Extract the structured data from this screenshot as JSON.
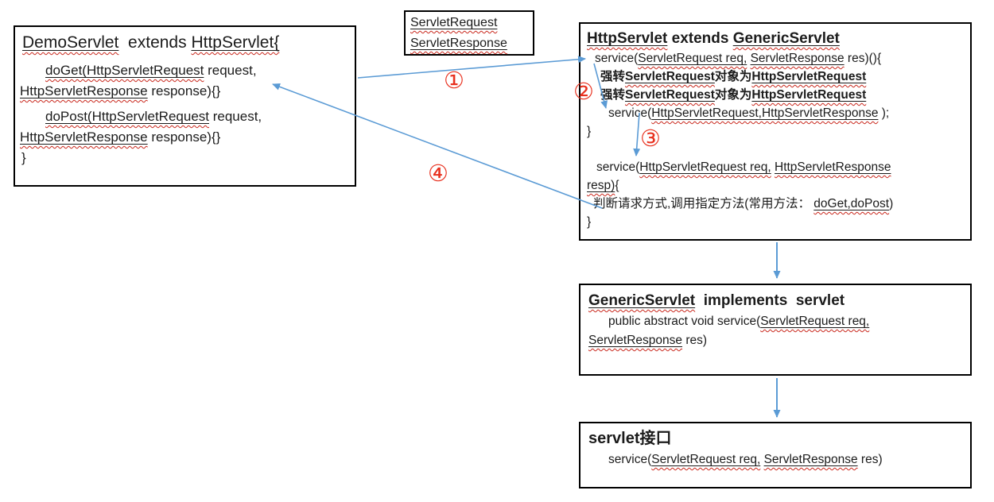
{
  "palette": {
    "arrow_blue": "#5b9bd5",
    "number_red": "#e8301e",
    "squiggle_red": "#c9271c",
    "border_black": "#000000"
  },
  "markers": [
    "①",
    "②",
    "③",
    "④"
  ],
  "connections": [
    {
      "label": "①",
      "from": "DemoServlet box",
      "to": "HttpServlet service(ServletRequest req, ServletResponse res)"
    },
    {
      "label": "②",
      "from": "service(ServletRequest req, ServletResponse res)",
      "to": "service(HttpServletRequest,HttpServletResponse )"
    },
    {
      "label": "③",
      "from": "service(HttpServletRequest,HttpServletResponse )",
      "to": "service(HttpServletRequest req, HttpServletResponse resp)"
    },
    {
      "label": "④",
      "from": "判断请求方式,调用指定方法",
      "to": "DemoServlet doGet/doPost"
    },
    {
      "label": "",
      "from": "HttpServlet box",
      "to": "GenericServlet box"
    },
    {
      "label": "",
      "from": "GenericServlet box",
      "to": "servlet接口 box"
    }
  ],
  "boxes": [
    {
      "id": "demo-servlet",
      "lines": [
        {
          "cls": "title",
          "ind": 3,
          "seg": [
            {
              "t": "DemoServlet",
              "s": "u"
            },
            {
              "t": "  extends ",
              "s": "p"
            },
            {
              "t": "HttpServlet{",
              "s": "u"
            }
          ]
        },
        {
          "ind": 32,
          "seg": [
            {
              "t": "doGet(HttpServletRequest",
              "s": "u"
            },
            {
              "t": " request,",
              "s": "p"
            }
          ]
        },
        {
          "ind": 0,
          "seg": [
            {
              "t": "HttpServletResponse",
              "s": "u"
            },
            {
              "t": " response){}",
              "s": "p"
            }
          ]
        },
        {
          "ind": 32,
          "mt": 6,
          "seg": [
            {
              "t": "doPost(HttpServletRequest",
              "s": "u"
            },
            {
              "t": " request,",
              "s": "p"
            }
          ]
        },
        {
          "ind": 0,
          "seg": [
            {
              "t": "HttpServletResponse",
              "s": "u"
            },
            {
              "t": " response){}",
              "s": "p"
            }
          ]
        },
        {
          "ind": 2,
          "seg": [
            {
              "t": "}",
              "s": "p"
            }
          ]
        }
      ]
    },
    {
      "id": "request-response",
      "lines": [
        {
          "ind": 0,
          "seg": [
            {
              "t": "ServletRequest",
              "s": "u"
            }
          ]
        },
        {
          "ind": 0,
          "seg": [
            {
              "t": "ServletResponse",
              "s": "u"
            }
          ]
        }
      ]
    },
    {
      "id": "http-servlet",
      "lines": [
        {
          "cls": "title",
          "ind": 2,
          "seg": [
            {
              "t": "HttpServlet",
              "s": "bu"
            },
            {
              "t": " extends ",
              "s": "b"
            },
            {
              "t": "GenericServlet",
              "s": "bu"
            }
          ]
        },
        {
          "ind": 12,
          "seg": [
            {
              "t": "service(",
              "s": "p"
            },
            {
              "t": "ServletRequest req,",
              "s": "u"
            },
            {
              "t": " ",
              "s": "p"
            },
            {
              "t": "ServletResponse",
              "s": "u"
            },
            {
              "t": " res)(){",
              "s": "p"
            }
          ]
        },
        {
          "ind": 19,
          "seg": [
            {
              "t": "强转",
              "s": "b"
            },
            {
              "t": "ServletRequest",
              "s": "bu"
            },
            {
              "t": "对象为",
              "s": "b"
            },
            {
              "t": "HttpServletRequest",
              "s": "bu"
            }
          ]
        },
        {
          "ind": 19,
          "seg": [
            {
              "t": "强转",
              "s": "b"
            },
            {
              "t": "ServletRequest",
              "s": "bu"
            },
            {
              "t": "对象为",
              "s": "b"
            },
            {
              "t": "HttpServletRequest",
              "s": "bu"
            }
          ]
        },
        {
          "ind": 29,
          "seg": [
            {
              "t": "service(",
              "s": "p"
            },
            {
              "t": "HttpServletRequest,HttpServletResponse",
              "s": "u"
            },
            {
              "t": " );",
              "s": "p"
            }
          ]
        },
        {
          "ind": 2,
          "seg": [
            {
              "t": "}",
              "s": "p"
            }
          ]
        },
        {
          "ind": 14,
          "mt": 22,
          "seg": [
            {
              "t": "service(",
              "s": "p"
            },
            {
              "t": "HttpServletRequest req,",
              "s": "u"
            },
            {
              "t": " ",
              "s": "p"
            },
            {
              "t": "HttpServletResponse",
              "s": "u"
            }
          ]
        },
        {
          "ind": 2,
          "seg": [
            {
              "t": "resp)",
              "s": "u"
            },
            {
              "t": "{",
              "s": "p"
            }
          ]
        },
        {
          "ind": 10,
          "seg": [
            {
              "t": "判断请求方式,调用指定方法(常用方法： ",
              "s": "p"
            },
            {
              "t": "doGet,doPost",
              "s": "u"
            },
            {
              "t": ")",
              "s": "p"
            }
          ]
        },
        {
          "ind": 2,
          "seg": [
            {
              "t": "}",
              "s": "p"
            }
          ]
        }
      ]
    },
    {
      "id": "generic-servlet",
      "lines": [
        {
          "cls": "title",
          "ind": 4,
          "seg": [
            {
              "t": "GenericServlet",
              "s": "bu"
            },
            {
              "t": "  implements  servlet",
              "s": "b"
            }
          ]
        },
        {
          "ind": 29,
          "seg": [
            {
              "t": "public abstract void service(",
              "s": "p"
            },
            {
              "t": "ServletRequest req,",
              "s": "u"
            }
          ]
        },
        {
          "ind": 4,
          "seg": [
            {
              "t": "ServletResponse",
              "s": "u"
            },
            {
              "t": " res)",
              "s": "p"
            }
          ]
        }
      ]
    },
    {
      "id": "servlet-interface",
      "lines": [
        {
          "cls": "title",
          "ind": 4,
          "seg": [
            {
              "t": "servlet接口",
              "s": "b"
            }
          ]
        },
        {
          "ind": 29,
          "seg": [
            {
              "t": "service(",
              "s": "p"
            },
            {
              "t": "ServletRequest req,",
              "s": "u"
            },
            {
              "t": " ",
              "s": "p"
            },
            {
              "t": "ServletResponse",
              "s": "u"
            },
            {
              "t": " res)",
              "s": "p"
            }
          ]
        }
      ]
    }
  ]
}
